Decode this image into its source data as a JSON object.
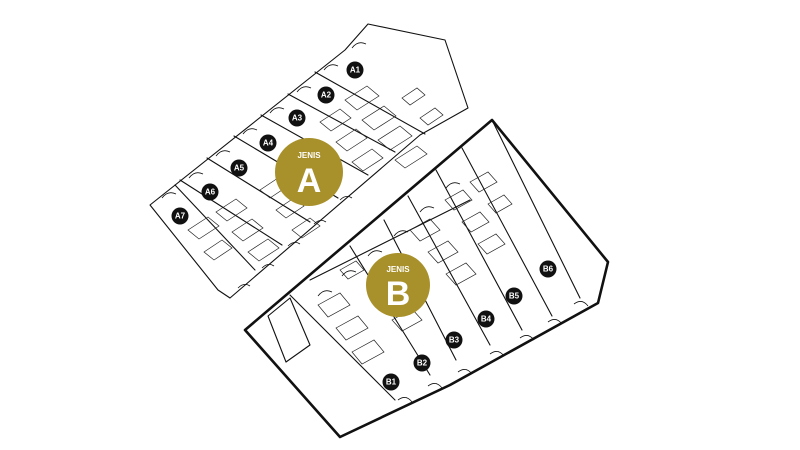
{
  "blocks": [
    {
      "id": "A",
      "label_small": "JENIS",
      "label_big": "A",
      "units": [
        "A1",
        "A2",
        "A3",
        "A4",
        "A5",
        "A6",
        "A7"
      ]
    },
    {
      "id": "B",
      "label_small": "JENIS",
      "label_big": "B",
      "units": [
        "B1",
        "B2",
        "B3",
        "B4",
        "B5",
        "B6"
      ]
    }
  ],
  "colors": {
    "accent": "#a8902a",
    "line": "#111111",
    "marker": "#111111"
  }
}
